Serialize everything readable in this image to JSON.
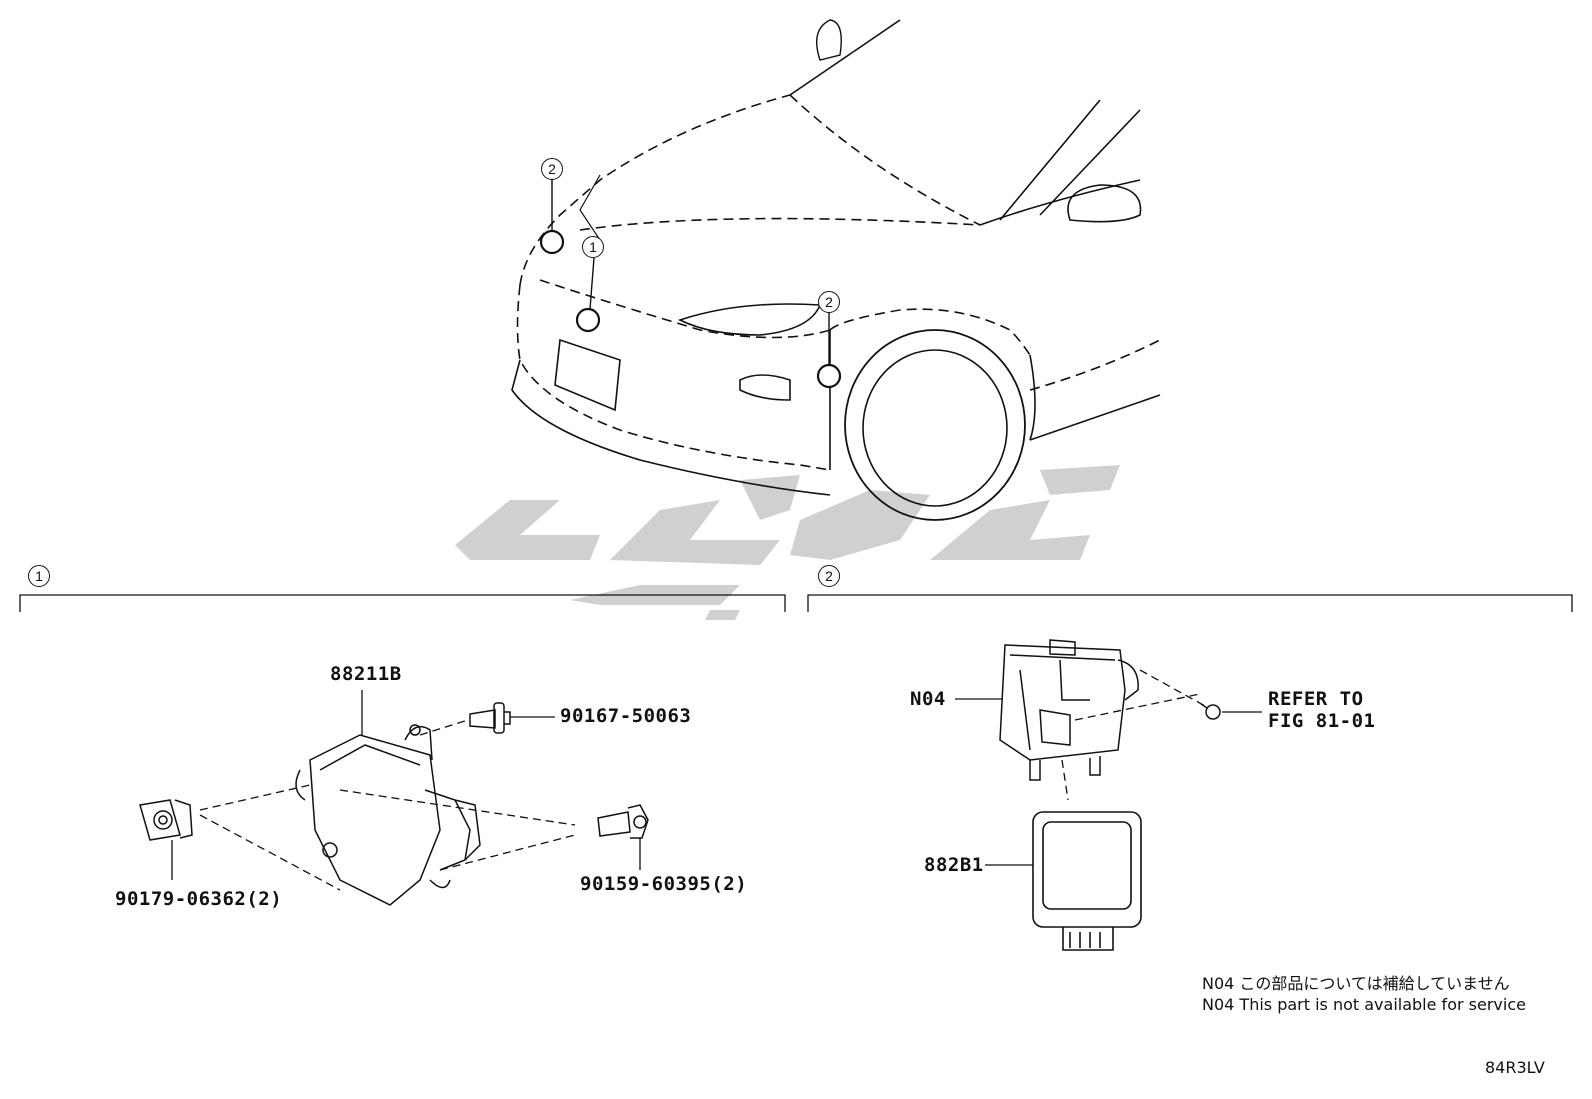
{
  "callouts": {
    "c1": "1",
    "c2": "2"
  },
  "parts": {
    "p_88211B": "88211B",
    "p_90167": "90167-50063",
    "p_90179": "90179-06362(2)",
    "p_90159": "90159-60395(2)",
    "p_N04": "N04",
    "p_882B1": "882B1",
    "refer_line1": "REFER TO",
    "refer_line2": "FIG 81-01"
  },
  "notes": {
    "jp": "N04 この部品については補給していません",
    "en": "N04 This part is not available for service"
  },
  "figure_code": "84R3LV",
  "colors": {
    "ink": "#111111",
    "watermark": "#c8c8c8"
  }
}
